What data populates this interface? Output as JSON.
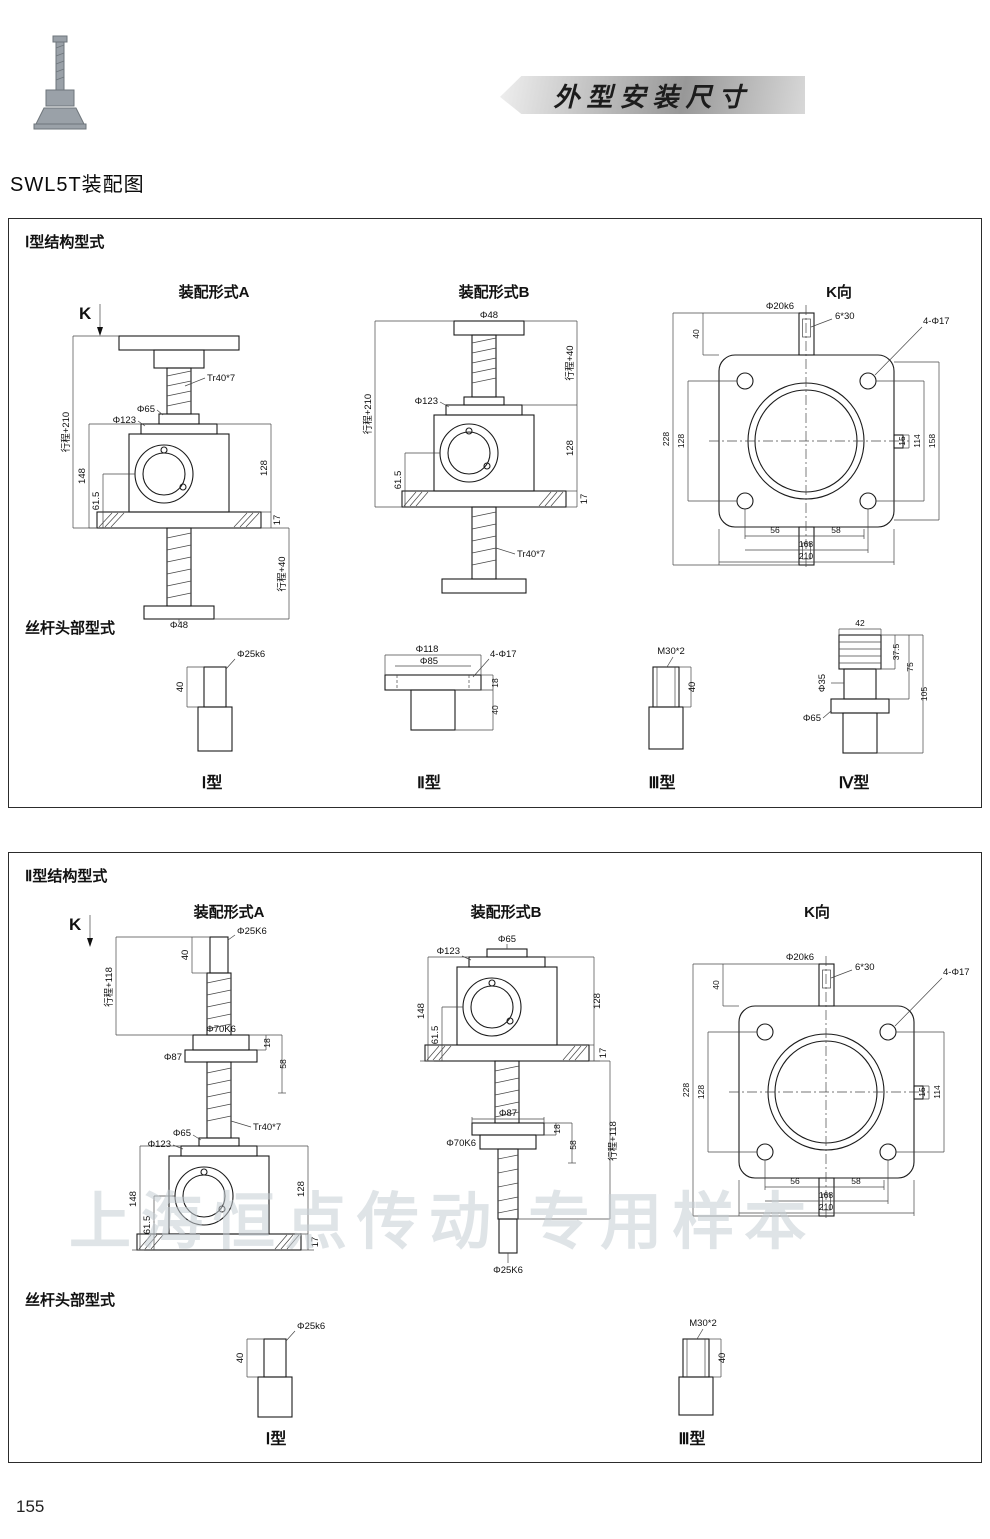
{
  "header": {
    "banner_title": "外型安装尺寸"
  },
  "page": {
    "title": "SWL5T装配图",
    "number": "155",
    "watermark": "上海恒点传动 专用样本"
  },
  "section1": {
    "title": "Ⅰ型结构型式",
    "k_label": "K",
    "form_a": {
      "title": "装配形式A",
      "dims": {
        "thread": "Tr40*7",
        "boss_dia": "Φ65",
        "flange_dia": "Φ123",
        "stroke_total": "行程+210",
        "h148": "148",
        "h61_5": "61.5",
        "h128": "128",
        "h17": "17",
        "stroke_lower": "行程+40",
        "end_dia": "Φ48"
      }
    },
    "form_b": {
      "title": "装配形式B",
      "dims": {
        "top_dia": "Φ48",
        "stroke_upper": "行程+40",
        "flange_dia": "Φ123",
        "stroke_total": "行程+210",
        "h61_5": "61.5",
        "h128": "128",
        "h17": "17",
        "thread": "Tr40*7"
      }
    },
    "k_view": {
      "title": "K向",
      "dims": {
        "shaft_dia": "Φ20k6",
        "key": "6*30",
        "holes": "4-Φ17",
        "d40": "40",
        "d228": "228",
        "d128": "128",
        "d15": "15",
        "d114": "114",
        "d158": "158",
        "d56": "56",
        "d58": "58",
        "d168": "168",
        "d210": "210"
      }
    },
    "screw_heads": {
      "title": "丝杆头部型式",
      "types": [
        {
          "label": "Ⅰ型",
          "dims": {
            "dia": "Φ25k6",
            "len": "40"
          }
        },
        {
          "label": "Ⅱ型",
          "dims": {
            "flange_dia": "Φ118",
            "bolt_circle": "Φ85",
            "holes": "4-Φ17",
            "t18": "18",
            "t40": "40"
          }
        },
        {
          "label": "Ⅲ型",
          "dims": {
            "thread": "M30*2",
            "len": "40"
          }
        },
        {
          "label": "Ⅳ型",
          "dims": {
            "w42": "42",
            "dia35": "Φ35",
            "h37_5": "37.5",
            "h75": "75",
            "h105": "105",
            "dia65": "Φ65"
          }
        }
      ]
    }
  },
  "section2": {
    "title": "Ⅱ型结构型式",
    "k_label": "K",
    "form_a": {
      "title": "装配形式A",
      "dims": {
        "top_dia": "Φ25K6",
        "d40": "40",
        "stroke": "行程+118",
        "disc_dia": "Φ70K6",
        "disc_dia2": "Φ87",
        "d18": "18",
        "d58": "58",
        "thread": "Tr40*7",
        "boss_dia": "Φ65",
        "flange_dia": "Φ123",
        "h148": "148",
        "h61_5": "61.5",
        "h128": "128",
        "h17": "17"
      }
    },
    "form_b": {
      "title": "装配形式B",
      "dims": {
        "boss_dia": "Φ65",
        "flange_dia": "Φ123",
        "h148": "148",
        "h61_5": "61.5",
        "h128": "128",
        "h17": "17",
        "disc_dia2": "Φ87",
        "d18": "18",
        "d58": "58",
        "disc_dia": "Φ70K6",
        "stroke": "行程+118",
        "end_dia": "Φ25K6"
      }
    },
    "k_view": {
      "title": "K向",
      "dims": {
        "shaft_dia": "Φ20k6",
        "key": "6*30",
        "holes": "4-Φ17",
        "d40": "40",
        "d228": "228",
        "d128": "128",
        "d15": "15",
        "d114": "114",
        "d56": "56",
        "d58": "58",
        "d168": "168",
        "d210": "210"
      }
    },
    "screw_heads": {
      "title": "丝杆头部型式",
      "types": [
        {
          "label": "Ⅰ型",
          "dims": {
            "dia": "Φ25k6",
            "len": "40"
          }
        },
        {
          "label": "Ⅲ型",
          "dims": {
            "thread": "M30*2",
            "len": "40"
          }
        }
      ]
    }
  }
}
